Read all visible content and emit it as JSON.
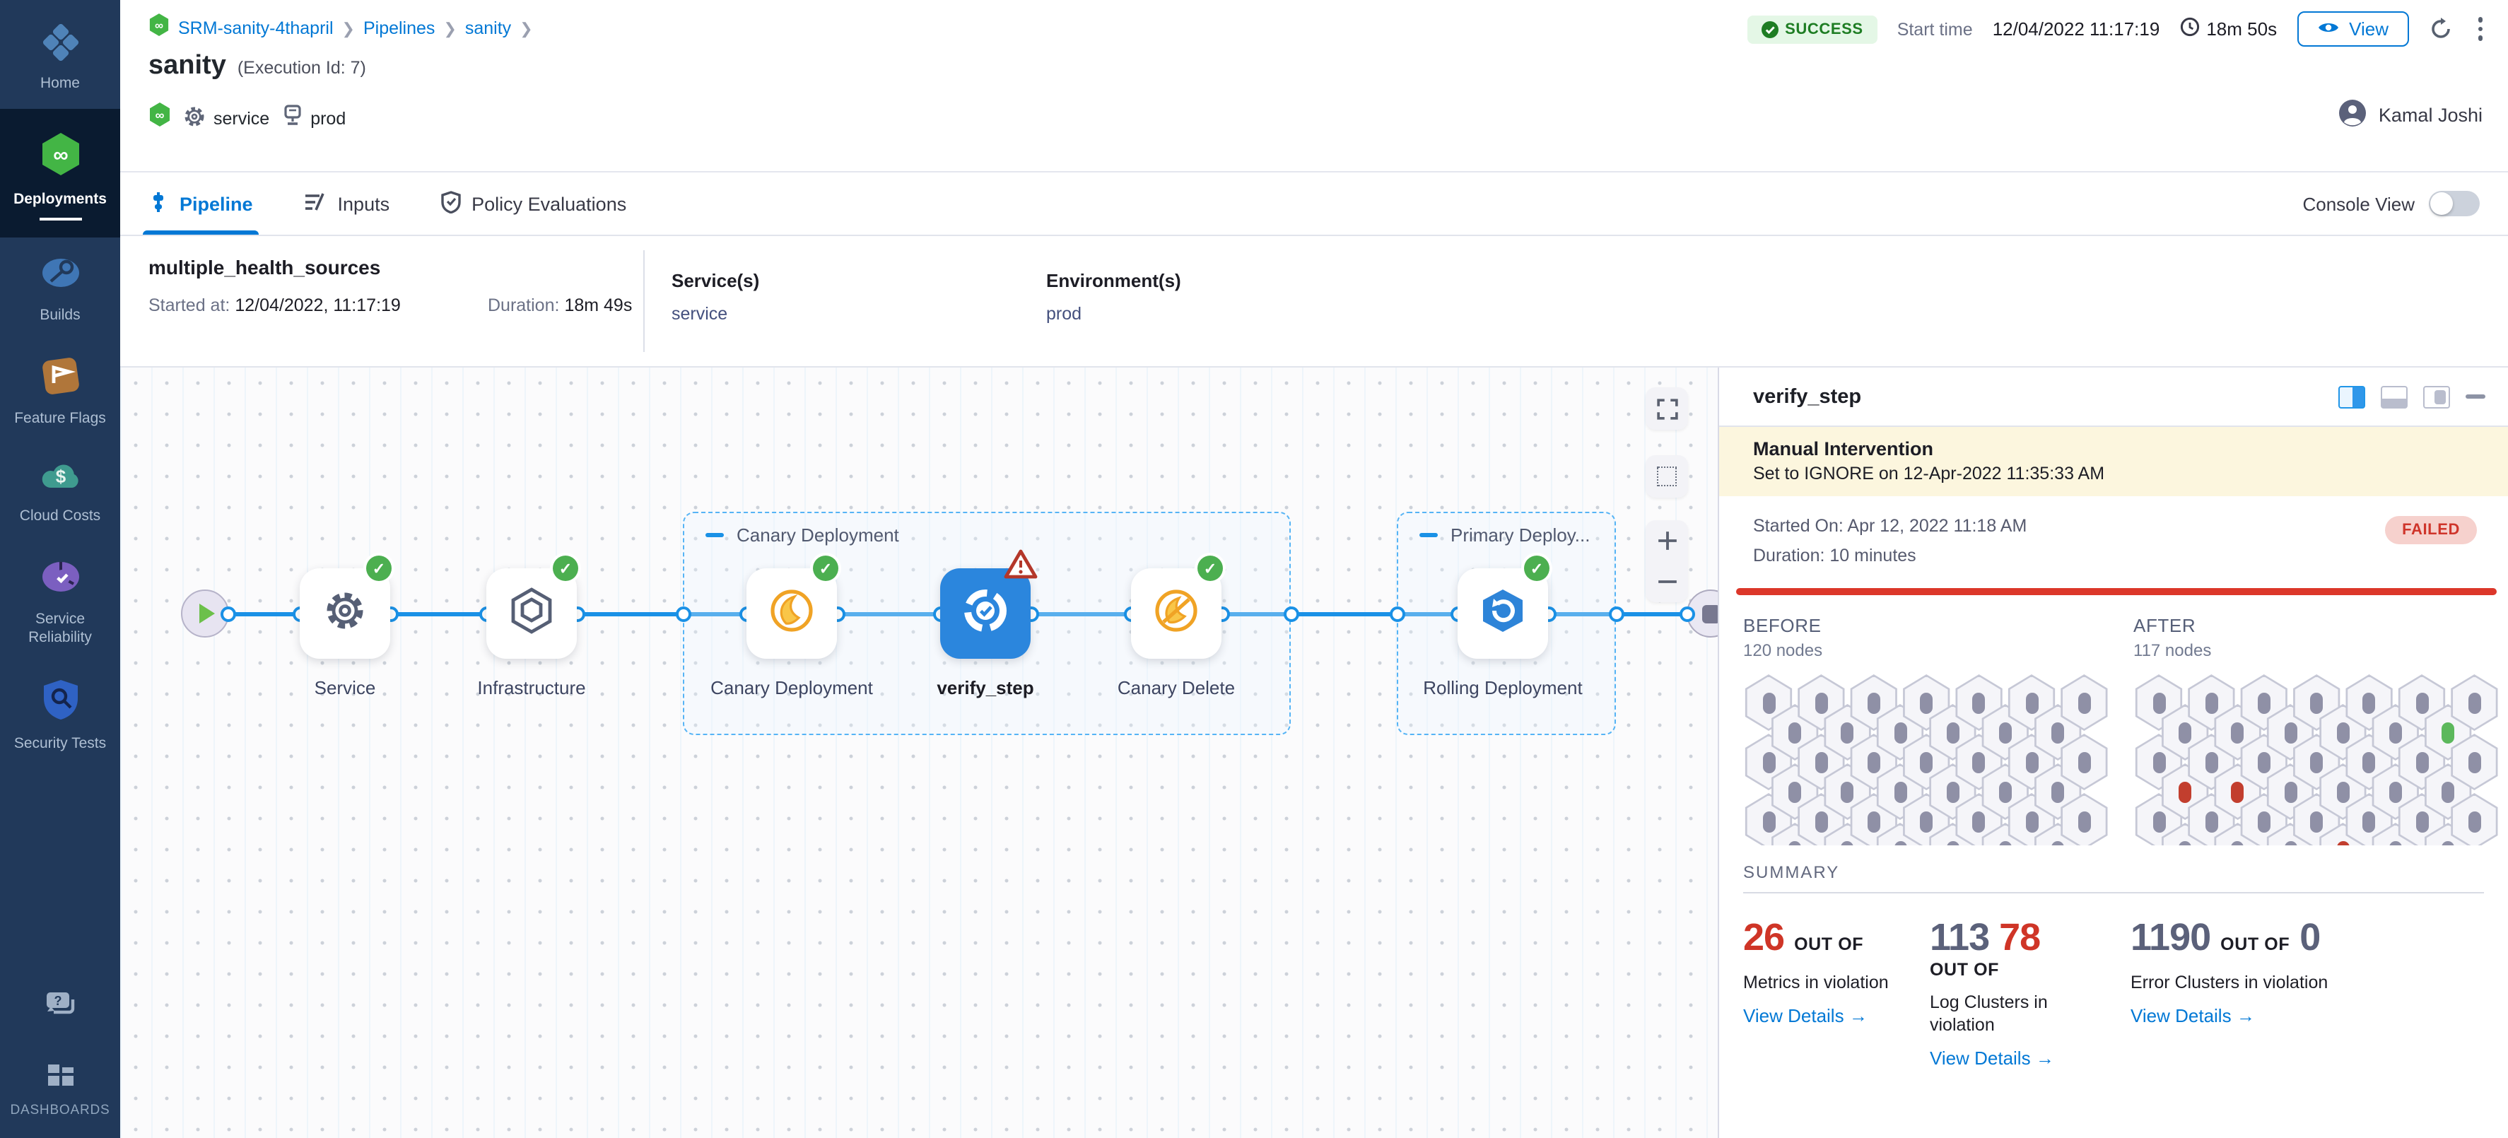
{
  "sidebar": {
    "items": [
      {
        "id": "home",
        "label": "Home",
        "active": false
      },
      {
        "id": "deployments",
        "label": "Deployments",
        "active": true
      },
      {
        "id": "builds",
        "label": "Builds",
        "active": false
      },
      {
        "id": "feature-flags",
        "label": "Feature Flags",
        "active": false
      },
      {
        "id": "cloud-costs",
        "label": "Cloud Costs",
        "active": false
      },
      {
        "id": "service-reliability",
        "label": "Service Reliability",
        "active": false
      },
      {
        "id": "security-tests",
        "label": "Security Tests",
        "active": false
      }
    ],
    "dashboards_label": "DASHBOARDS"
  },
  "breadcrumb": {
    "items": [
      "SRM-sanity-4thapril",
      "Pipelines",
      "sanity"
    ]
  },
  "header": {
    "title": "sanity",
    "execution_id": "(Execution Id: 7)",
    "service_tag": "service",
    "env_tag": "prod",
    "status": "SUCCESS",
    "start_time_label": "Start time",
    "start_time": "12/04/2022 11:17:19",
    "duration": "18m 50s",
    "view_label": "View",
    "user": "Kamal Joshi"
  },
  "tabs": [
    {
      "label": "Pipeline",
      "icon": "pipeline",
      "active": true
    },
    {
      "label": "Inputs",
      "icon": "inputs",
      "active": false
    },
    {
      "label": "Policy Evaluations",
      "icon": "policy",
      "active": false
    }
  ],
  "console_view_label": "Console View",
  "stage": {
    "name": "multiple_health_sources",
    "started_label": "Started at:",
    "started": "12/04/2022, 11:17:19",
    "duration_label": "Duration:",
    "duration": "18m 49s",
    "services_label": "Service(s)",
    "service": "service",
    "environments_label": "Environment(s)",
    "environment": "prod"
  },
  "pipeline": {
    "nodes": [
      {
        "label": "Service",
        "icon": "gear",
        "status": "success",
        "selected": false
      },
      {
        "label": "Infrastructure",
        "icon": "infra",
        "status": "success",
        "selected": false
      },
      {
        "label": "Canary Deployment",
        "icon": "canary",
        "status": "success",
        "selected": false
      },
      {
        "label": "verify_step",
        "icon": "verify",
        "status": "warning",
        "selected": true
      },
      {
        "label": "Canary Delete",
        "icon": "canary-delete",
        "status": "success",
        "selected": false
      },
      {
        "label": "Rolling Deployment",
        "icon": "rolling",
        "status": "success",
        "selected": false
      }
    ],
    "groups": [
      {
        "label": "Canary Deployment"
      },
      {
        "label": "Primary Deploy..."
      }
    ]
  },
  "panel": {
    "title": "verify_step",
    "banner": {
      "title": "Manual Intervention",
      "text": "Set to IGNORE on 12-Apr-2022 11:35:33 AM"
    },
    "started": "Started On: Apr 12, 2022 11:18 AM",
    "duration": "Duration: 10 minutes",
    "status": "FAILED",
    "before": {
      "label": "BEFORE",
      "count": "120 nodes"
    },
    "after": {
      "label": "AFTER",
      "count": "117 nodes"
    },
    "hex_grid": {
      "columns": 13,
      "rows": 4,
      "after_overrides": [
        {
          "c": 11,
          "r": 0,
          "s": "green"
        },
        {
          "c": 1,
          "r": 1,
          "s": "red"
        },
        {
          "c": 3,
          "r": 1,
          "s": "red"
        },
        {
          "c": 7,
          "r": 2,
          "s": "red"
        }
      ]
    },
    "summary_label": "SUMMARY",
    "metrics": [
      {
        "parts": [
          {
            "t": "26",
            "red": true
          }
        ],
        "outof": "OUT OF",
        "tail": "",
        "label": "Metrics in violation",
        "link": "View Details"
      },
      {
        "parts": [
          {
            "t": "113",
            "red": false
          },
          {
            "t": "78",
            "red": true
          }
        ],
        "outof": "OUT OF",
        "tail": "",
        "label": "Log Clusters in violation",
        "link": "View Details"
      },
      {
        "parts": [
          {
            "t": "1190",
            "red": false
          }
        ],
        "outof": "OUT OF",
        "tail": "0",
        "label": "Error Clusters in violation",
        "link": "View Details"
      }
    ]
  },
  "colors": {
    "accent": "#0278d5",
    "success": "#4caf50",
    "failed": "#cf352b",
    "connector": "#1a91e6",
    "sidebar": "#21395a"
  }
}
